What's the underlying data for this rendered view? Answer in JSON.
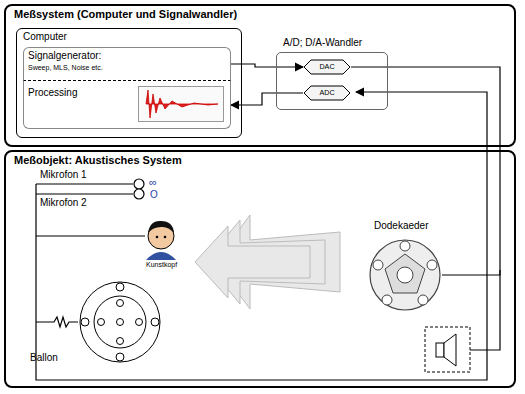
{
  "diagram": {
    "nodes": [
      {
        "text": [
          "Meßsystem (Computer und Signalwandler)"
        ]
      },
      {
        "text": [
          "Computer"
        ],
        "in": 0
      },
      {
        "text": [
          "Signalgenerator:",
          "Sweep, MLS, Noise etc."
        ],
        "in": 1
      },
      {
        "text": [
          "Processing"
        ],
        "in": 1
      },
      {
        "text": [
          "A/D; D/A-Wandler"
        ],
        "in": 0
      },
      {
        "text": [
          "DAC"
        ],
        "in": 4
      },
      {
        "text": [
          "ADC"
        ],
        "in": 4
      },
      {
        "text": [
          "Meßobjekt: Akustisches System"
        ]
      },
      {
        "text": [
          "Dodekaeder"
        ],
        "in": 7
      }
    ],
    "edges": [
      {
        "from": 2,
        "to": 5,
        "arrow": "to"
      },
      {
        "from": 6,
        "to": 3,
        "arrow": "to"
      },
      {
        "from": 5,
        "to": 8,
        "arrow": "none"
      }
    ],
    "labels": [
      "Mikrofon 1",
      "∞",
      "Mikrofon 2",
      "O",
      "Kunstkopf",
      "Ballon"
    ]
  }
}
